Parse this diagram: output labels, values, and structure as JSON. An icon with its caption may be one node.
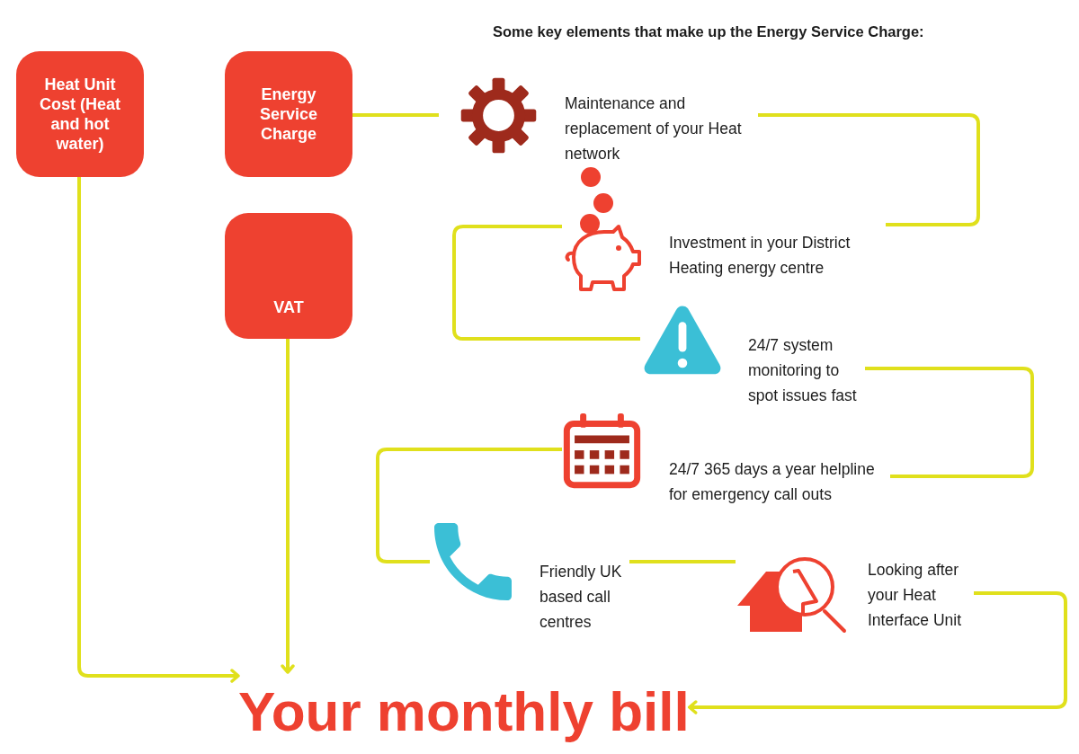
{
  "diagram": {
    "title": "Some key elements that make up the Energy Service Charge:",
    "nodes": [
      {
        "text": [
          "Heat Unit Cost (Heat and hot water)"
        ]
      },
      {
        "text": [
          "Energy Service Charge"
        ]
      },
      {
        "text": [
          "VAT"
        ]
      },
      {
        "text": [
          "Maintenance and replacement of your Heat network"
        ]
      },
      {
        "text": [
          "Investment in your District Heating energy centre"
        ]
      },
      {
        "text": [
          "24/7 system monitoring to spot issues fast"
        ]
      },
      {
        "text": [
          "24/7 365 days a year helpline for emergency call outs"
        ]
      },
      {
        "text": [
          "Friendly UK based call centres"
        ]
      },
      {
        "text": [
          "Looking after your Heat Interface Unit"
        ]
      },
      {
        "text": [
          "Your monthly bill"
        ]
      }
    ],
    "edges": [
      {
        "from": 0,
        "to": 9,
        "arrow": "to"
      },
      {
        "from": 2,
        "to": 9,
        "arrow": "to"
      },
      {
        "from": 1,
        "to": 3,
        "arrow": "none"
      },
      {
        "from": 3,
        "to": 4,
        "arrow": "none"
      },
      {
        "from": 4,
        "to": 5,
        "arrow": "none"
      },
      {
        "from": 5,
        "to": 6,
        "arrow": "none"
      },
      {
        "from": 6,
        "to": 7,
        "arrow": "none"
      },
      {
        "from": 7,
        "to": 8,
        "arrow": "none"
      },
      {
        "from": 8,
        "to": 9,
        "arrow": "to"
      }
    ]
  }
}
